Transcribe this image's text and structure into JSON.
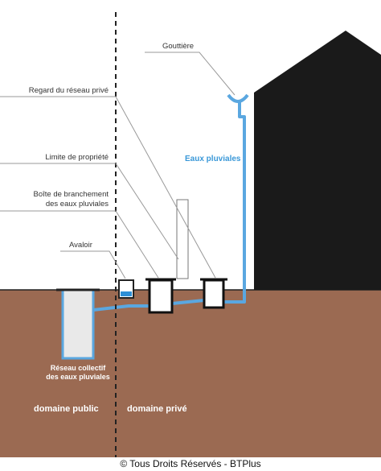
{
  "labels": {
    "gouttiere": "Gouttière",
    "regard": "Regard du réseau privé",
    "limite": "Limite de propriété",
    "boite_line1": "Boîte de branchement",
    "boite_line2": "des eaux pluviales",
    "avaloir": "Avaloir",
    "eaux_pluviales": "Eaux pluviales",
    "reseau_line1": "Réseau collectif",
    "reseau_line2": "des eaux pluviales",
    "domaine_public": "domaine public",
    "domaine_prive": "domaine privé"
  },
  "footer": "© Tous Droits Réservés - BTPlus",
  "colors": {
    "soil": "#9b6a52",
    "pipe": "#5aa7e0",
    "house": "#1a1a1a",
    "water": "#2e8fd6"
  }
}
